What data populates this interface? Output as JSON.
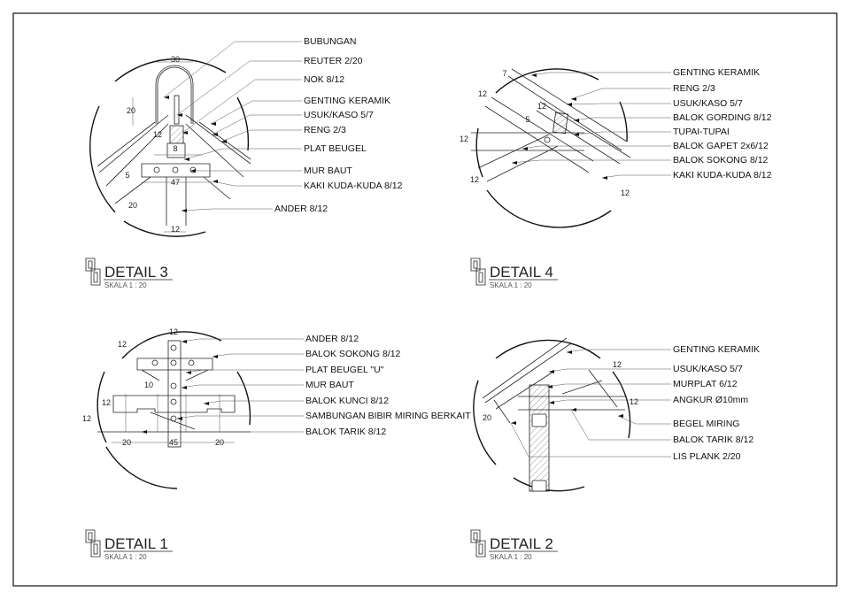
{
  "details": [
    {
      "id": "detail-3",
      "title": "DETAIL 3",
      "scale": "SKALA 1 : 20",
      "labels": [
        "BUBUNGAN",
        "REUTER 2/20",
        "NOK 8/12",
        "GENTING KERAMIK",
        "USUK/KASO 5/7",
        "RENG 2/3",
        "PLAT BEUGEL",
        "MUR BAUT",
        "KAKI KUDA-KUDA 8/12",
        "ANDER 8/12"
      ],
      "dimensions": [
        "30",
        "20",
        "12",
        "8",
        "5",
        "47",
        "20",
        "12"
      ]
    },
    {
      "id": "detail-4",
      "title": "DETAIL 4",
      "scale": "SKALA 1 : 20",
      "labels": [
        "GENTING KERAMIK",
        "RENG 2/3",
        "USUK/KASO 5/7",
        "BALOK GORDING 8/12",
        "TUPAI-TUPAI",
        "BALOK GAPET 2x6/12",
        "BALOK SOKONG 8/12",
        "KAKI KUDA-KUDA 8/12"
      ],
      "dimensions": [
        "7",
        "12",
        "12",
        "5",
        "12",
        "12",
        "12"
      ]
    },
    {
      "id": "detail-1",
      "title": "DETAIL 1",
      "scale": "SKALA 1 : 20",
      "labels": [
        "ANDER 8/12",
        "BALOK SOKONG 8/12",
        "PLAT BEUGEL \"U\"",
        "MUR BAUT",
        "BALOK KUNCI 8/12",
        "SAMBUNGAN BIBIR MIRING BERKAIT",
        "BALOK TARIK 8/12"
      ],
      "dimensions": [
        "12",
        "12",
        "10",
        "12",
        "12",
        "20",
        "45",
        "20"
      ]
    },
    {
      "id": "detail-2",
      "title": "DETAIL 2",
      "scale": "SKALA 1 : 20",
      "labels": [
        "GENTING KERAMIK",
        "USUK/KASO 5/7",
        "MURPLAT 6/12",
        "ANGKUR Ø10mm",
        "BEGEL MIRING",
        "BALOK TARIK 8/12",
        "LIS PLANK 2/20"
      ],
      "dimensions": [
        "12",
        "12",
        "20"
      ]
    }
  ],
  "colors": {
    "line": "#222222",
    "background": "#ffffff"
  }
}
